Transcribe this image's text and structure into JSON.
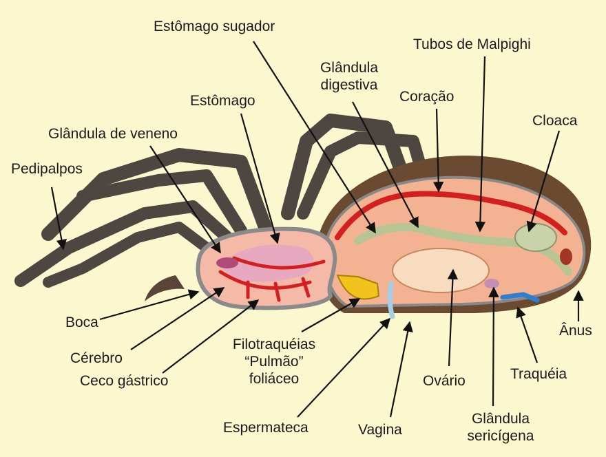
{
  "colors": {
    "background": "#fbf7cf",
    "legs": "#4e4641",
    "carapace": "#6b4a32",
    "organ_pink": "#e3a6c3",
    "blood_red": "#d31f1f",
    "tissue": "#f3b292",
    "gut_green": "#b7c494",
    "lung_yellow": "#f2c31c",
    "trachea_blue": "#2f7fd0"
  },
  "labels": {
    "estomago_sugador": "Estômago sugador",
    "tubos_malpighi": "Tubos de Malpighi",
    "glandula_digestiva_1": "Glândula",
    "glandula_digestiva_2": "digestiva",
    "coracao": "Coração",
    "estomago": "Estômago",
    "cloaca": "Cloaca",
    "glandula_veneno": "Glândula de veneno",
    "pedipalpos": "Pedipalpos",
    "boca": "Boca",
    "cerebro": "Cérebro",
    "ceco_gastrico": "Ceco gástrico",
    "filotraqueias_1": "Filotraquéias",
    "filotraqueias_2": "“Pulmão”",
    "filotraqueias_3": "foliáceo",
    "espermateca": "Espermateca",
    "vagina": "Vagina",
    "ovario": "Ovário",
    "glandula_sericigena_1": "Glândula",
    "glandula_sericigena_2": "sericígena",
    "traqueia": "Traquéia",
    "anus": "Ânus"
  }
}
